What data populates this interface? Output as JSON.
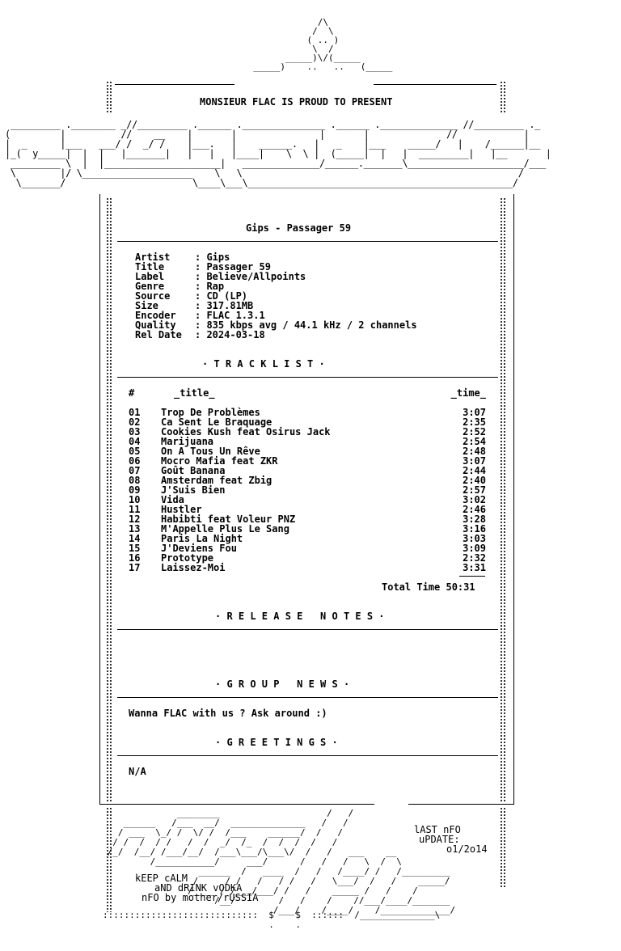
{
  "header": {
    "present_text": "MONSIEUR FLAC IS PROUD TO PRESENT"
  },
  "release": {
    "heading": "Gips - Passager 59",
    "fields": [
      {
        "key": "Artist",
        "value": "Gips"
      },
      {
        "key": "Title",
        "value": "Passager 59"
      },
      {
        "key": "Label",
        "value": "Believe/Allpoints"
      },
      {
        "key": "Genre",
        "value": "Rap"
      },
      {
        "key": "Source",
        "value": "CD (LP)"
      },
      {
        "key": "Size",
        "value": "317.81MB"
      },
      {
        "key": "Encoder",
        "value": "FLAC 1.3.1"
      },
      {
        "key": "Quality",
        "value": "835 kbps avg / 44.1 kHz / 2 channels"
      },
      {
        "key": "Rel Date",
        "value": "2024-03-18"
      }
    ]
  },
  "tracklist": {
    "section_title": "· T R A C K L I S T ·",
    "col_num": "#",
    "col_title": "_title_",
    "col_time": "_time_",
    "tracks": [
      {
        "n": "01",
        "title": "Trop De Problèmes",
        "time": "3:07"
      },
      {
        "n": "02",
        "title": "Ca Sent Le Braquage",
        "time": "2:35"
      },
      {
        "n": "03",
        "title": "Cookies Kush feat Osirus Jack",
        "time": "2:52"
      },
      {
        "n": "04",
        "title": "Marijuana",
        "time": "2:54"
      },
      {
        "n": "05",
        "title": "On A Tous Un Rêve",
        "time": "2:48"
      },
      {
        "n": "06",
        "title": "Mocro Mafia feat ZKR",
        "time": "3:07"
      },
      {
        "n": "07",
        "title": "Goût Banana",
        "time": "2:44"
      },
      {
        "n": "08",
        "title": "Amsterdam feat Zbig",
        "time": "2:40"
      },
      {
        "n": "09",
        "title": "J'Suis Bien",
        "time": "2:57"
      },
      {
        "n": "10",
        "title": "Vida",
        "time": "3:02"
      },
      {
        "n": "11",
        "title": "Hustler",
        "time": "2:46"
      },
      {
        "n": "12",
        "title": "Habibti feat Voleur PNZ",
        "time": "3:28"
      },
      {
        "n": "13",
        "title": "M'Appelle Plus Le Sang",
        "time": "3:16"
      },
      {
        "n": "14",
        "title": "Paris La Night",
        "time": "3:03"
      },
      {
        "n": "15",
        "title": "J'Deviens Fou",
        "time": "3:09"
      },
      {
        "n": "16",
        "title": "Prototype",
        "time": "2:32"
      },
      {
        "n": "17",
        "title": "Laissez-Moi",
        "time": "3:31"
      }
    ],
    "total_label": "Total Time 50:31"
  },
  "sections": {
    "release_notes_title": "· R E L E A S E   N O T E S ·",
    "group_news_title": "· G R O U P   N E W S ·",
    "group_news_text": "Wanna FLAC with us ? Ask around :)",
    "greetings_title": "· G R E E T I N G S ·",
    "greetings_text": "N/A"
  },
  "footer": {
    "last_nfo_label": "lAST nFO",
    "update_label": "uPDATE:",
    "update_date": "o1/2o14",
    "keep_calm": "kEEP cALM",
    "vodka": "aND dRINK vODKA",
    "nfo_by": "nFO by mother/rUSSIA"
  }
}
